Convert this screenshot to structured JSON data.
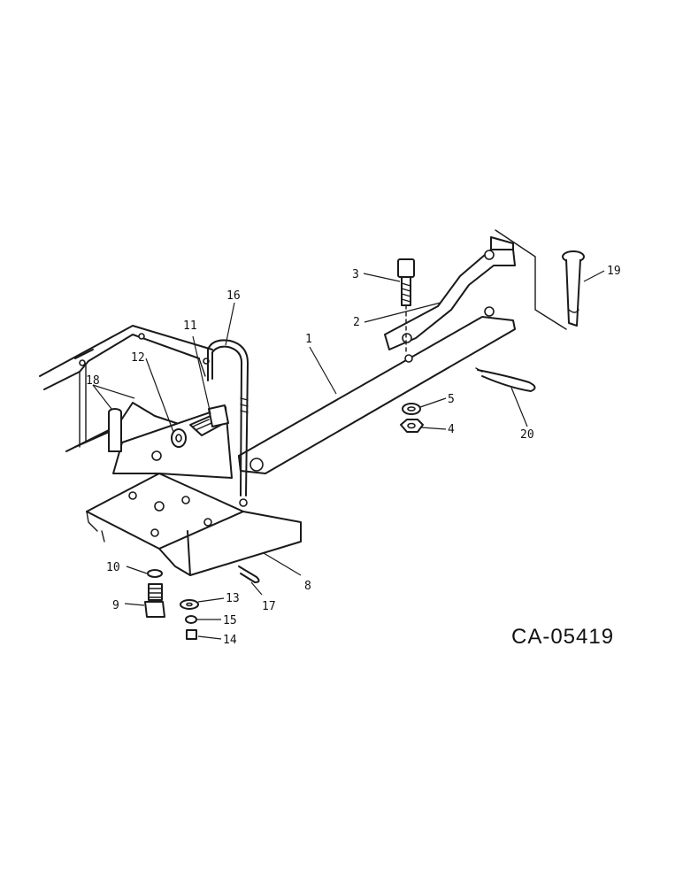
{
  "drawing": {
    "id": "CA-05419"
  },
  "callouts": [
    {
      "key": "c1",
      "number": "1"
    },
    {
      "key": "c2",
      "number": "2"
    },
    {
      "key": "c3",
      "number": "3"
    },
    {
      "key": "c4",
      "number": "4"
    },
    {
      "key": "c5",
      "number": "5"
    },
    {
      "key": "c8",
      "number": "8"
    },
    {
      "key": "c9",
      "number": "9"
    },
    {
      "key": "c10",
      "number": "10"
    },
    {
      "key": "c11",
      "number": "11"
    },
    {
      "key": "c12",
      "number": "12"
    },
    {
      "key": "c13",
      "number": "13"
    },
    {
      "key": "c14",
      "number": "14"
    },
    {
      "key": "c15",
      "number": "15"
    },
    {
      "key": "c16",
      "number": "16"
    },
    {
      "key": "c17",
      "number": "17"
    },
    {
      "key": "c18",
      "number": "18"
    },
    {
      "key": "c19",
      "number": "19"
    },
    {
      "key": "c20",
      "number": "20"
    }
  ]
}
